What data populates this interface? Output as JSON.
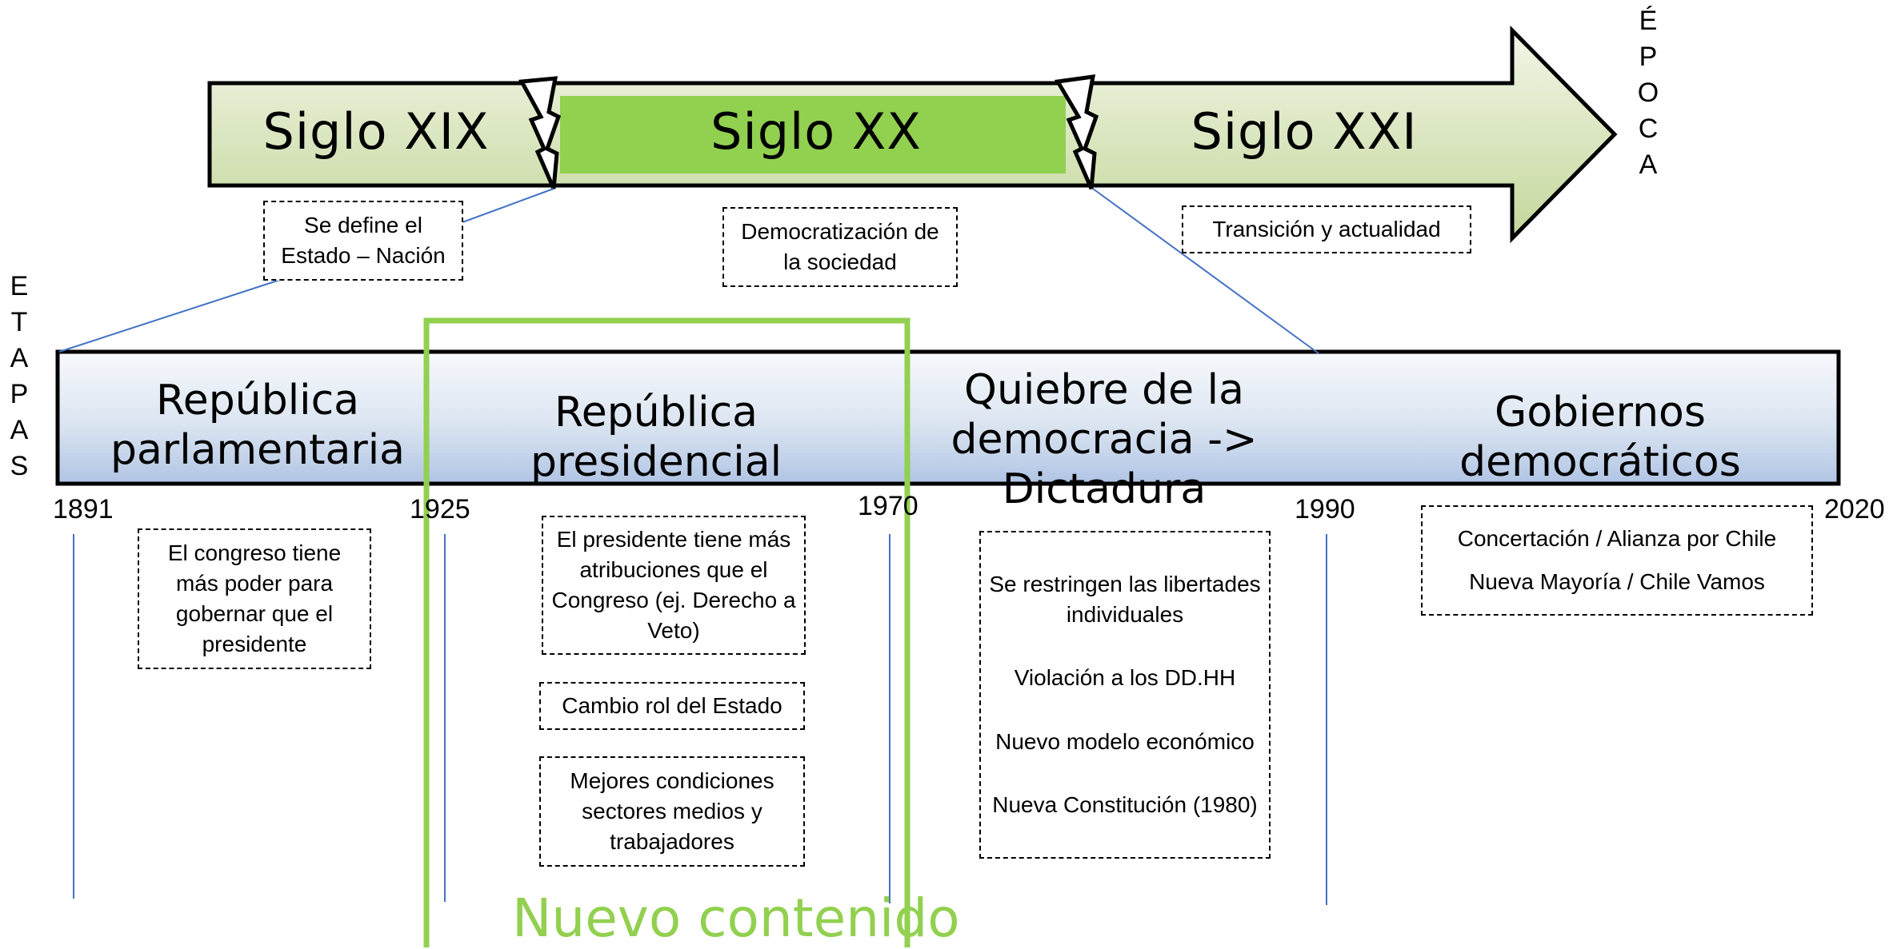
{
  "epoch_label": "É\nP\nO\nC\nA",
  "stage_label": "E\nT\nA\nP\nA\nS",
  "eras": [
    {
      "label": "Siglo XIX"
    },
    {
      "label": "Siglo XX"
    },
    {
      "label": "Siglo XXI"
    }
  ],
  "era_notes": [
    {
      "text": "Se define el Estado – Nación"
    },
    {
      "text": "Democratización de la sociedad"
    },
    {
      "text": "Transición y actualidad"
    }
  ],
  "stages": [
    {
      "label": "República parlamentaria"
    },
    {
      "label": "República presidencial"
    },
    {
      "label": "Quiebre de la democracia -> Dictadura"
    },
    {
      "label": "Gobiernos democráticos"
    }
  ],
  "years": [
    "1891",
    "1925",
    "1970",
    "1990",
    "2020"
  ],
  "notes": {
    "parlamentaria": "El congreso tiene más poder para gobernar que el presidente",
    "presidencial": [
      "El presidente tiene más atribuciones que el Congreso (ej. Derecho a Veto)",
      "Cambio rol del Estado",
      "Mejores condiciones sectores medios y trabajadores"
    ],
    "dictadura": [
      "Se restringen las libertades individuales",
      "Violación a los DD.HH",
      "Nuevo modelo económico",
      "Nueva Constitución (1980)"
    ],
    "democraticos": [
      "Concertación / Alianza por Chile",
      "Nueva Mayoría / Chile Vamos"
    ]
  },
  "highlight_label": "Nuevo contenido",
  "colors": {
    "arrow_light": "#eef3e2",
    "arrow_dark": "#c4d79b",
    "siglo_xx_fill": "#92d050",
    "stage_top": "#f4f7fb",
    "stage_bottom": "#b4c7e7",
    "highlight": "#92d050",
    "connector": "#4472c4"
  }
}
